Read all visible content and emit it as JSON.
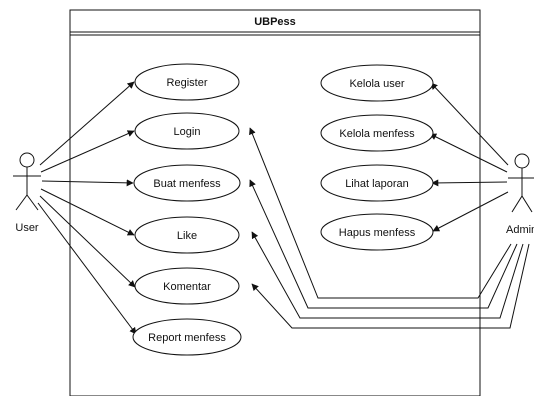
{
  "system": {
    "title": "UBPess"
  },
  "actors": {
    "user": {
      "label": "User"
    },
    "admin": {
      "label": "Admin"
    }
  },
  "use_cases": {
    "register": "Register",
    "login": "Login",
    "buat_menfess": "Buat menfess",
    "like": "Like",
    "komentar": "Komentar",
    "report_menfess": "Report menfess",
    "kelola_user": "Kelola user",
    "kelola_menfess": "Kelola menfess",
    "lihat_laporan": "Lihat laporan",
    "hapus_menfess": "Hapus menfess"
  },
  "colors": {
    "line": "#111111",
    "background": "#ffffff"
  }
}
